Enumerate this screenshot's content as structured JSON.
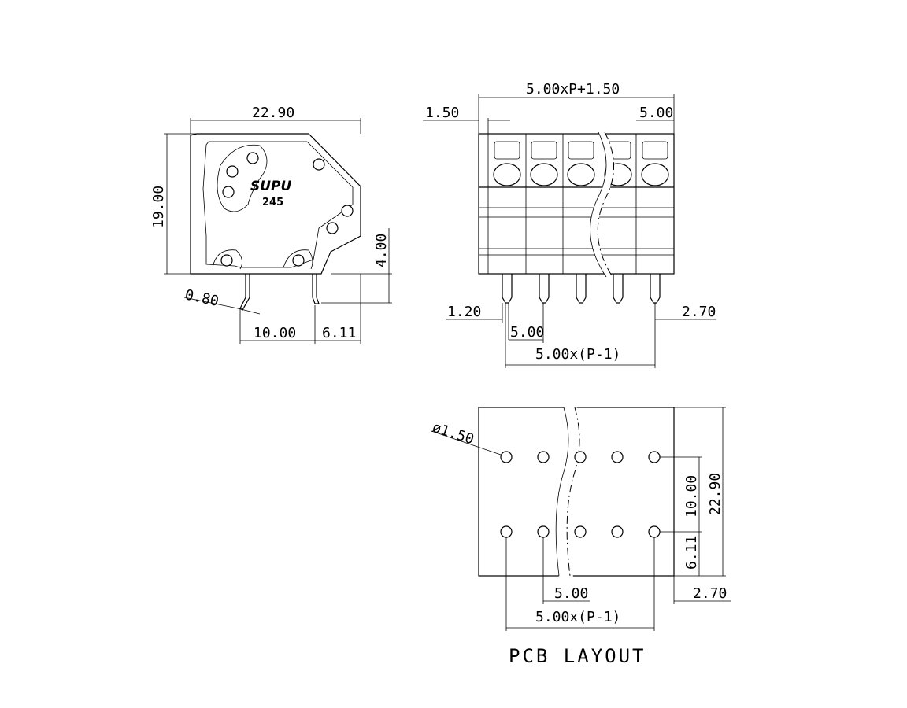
{
  "side_view": {
    "width_dim": "22.90",
    "height_dim": "19.00",
    "pin_height_dim": "4.00",
    "pin_width_dim": "0.80",
    "pin_spacing_dim": "10.00",
    "rear_offset_dim": "6.11",
    "logo_brand": "SUPU",
    "logo_model": "245"
  },
  "front_view": {
    "overall_width_dim": "5.00xP+1.50",
    "left_offset_dim": "1.50",
    "pitch_top_dim": "5.00",
    "pin_dia_dim": "1.20",
    "pitch_bottom_dim": "5.00",
    "right_offset_dim": "2.70",
    "pin_span_dim": "5.00x(P-1)"
  },
  "pcb_layout": {
    "hole_dia_dim": "ø1.50",
    "row_spacing_dim": "10.00",
    "depth_dim": "22.90",
    "edge_offset_dim": "6.11",
    "pitch_dim": "5.00",
    "right_offset_dim": "2.70",
    "span_dim": "5.00x(P-1)",
    "caption": "PCB LAYOUT"
  }
}
